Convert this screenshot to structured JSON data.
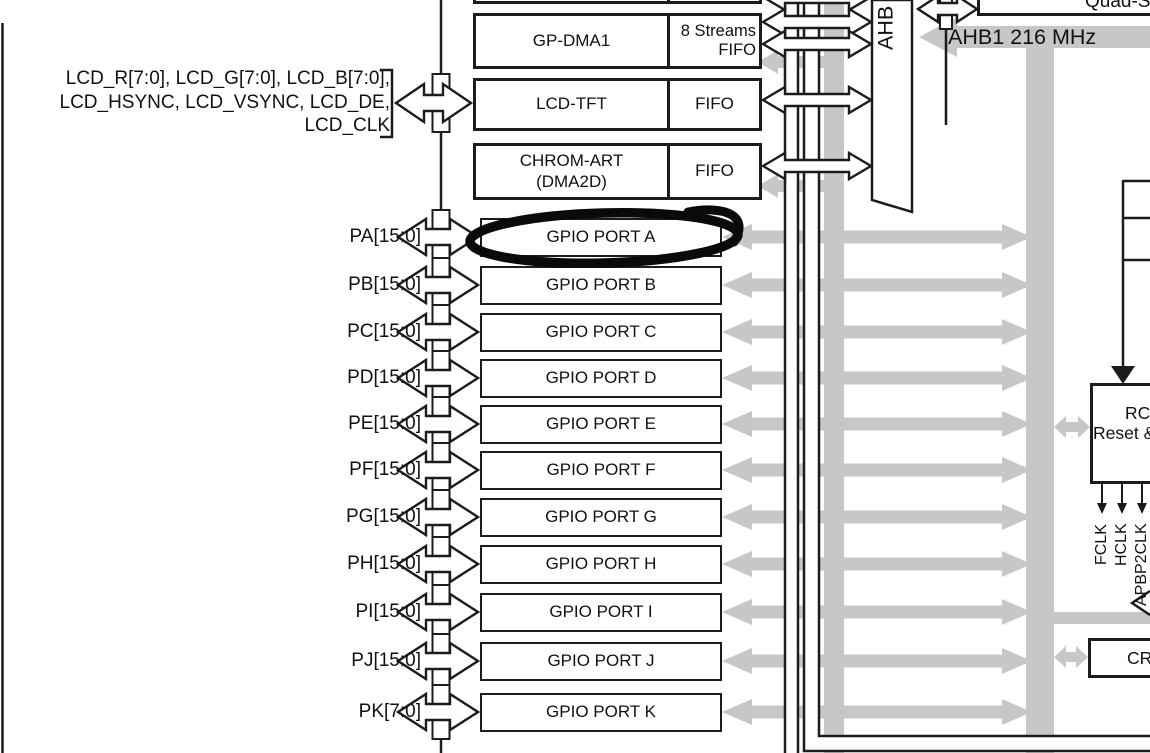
{
  "diagram": {
    "colors": {
      "gray_bus": "#c7c7c7",
      "line": "#1c1c1c",
      "annotation": "#0a0a0a"
    },
    "pins": [
      "PA[15:0]",
      "PB[15:0]",
      "PC[15:0]",
      "PD[15:0]",
      "PE[15:0]",
      "PF[15:0]",
      "PG[15:0]",
      "PH[15:0]",
      "PI[15:0]",
      "PJ[15:0]",
      "PK[7:0]"
    ],
    "gpio_ports": [
      "GPIO PORT A",
      "GPIO PORT B",
      "GPIO PORT C",
      "GPIO PORT D",
      "GPIO PORT E",
      "GPIO PORT F",
      "GPIO PORT G",
      "GPIO PORT H",
      "GPIO PORT I",
      "GPIO PORT J",
      "GPIO PORT K"
    ],
    "highlighted_port": "GPIO PORT A",
    "dma": {
      "label": "GP-DMA1",
      "fifo_line1": "8 Streams",
      "fifo_line2": "FIFO"
    },
    "lcd": {
      "label": "LCD-TFT",
      "fifo": "FIFO"
    },
    "chromart": {
      "line1": "CHROM-ART",
      "line2": "(DMA2D)",
      "fifo": "FIFO"
    },
    "lcd_signals": [
      "LCD_R[7:0], LCD_G[7:0], LCD_B[7:0],",
      "LCD_HSYNC, LCD_VSYNC, LCD_DE,",
      "LCD_CLK"
    ],
    "bus": {
      "matrix_label": "AHB",
      "ahb1_label": "AHB1 216 MHz"
    },
    "quadspi_label": "Quad-SPI",
    "rcc": {
      "line1": "RC",
      "line2": "Reset &"
    },
    "crc_label": "CR",
    "clock_labels": [
      "FCLK",
      "HCLK",
      "APBP2CLK"
    ]
  }
}
